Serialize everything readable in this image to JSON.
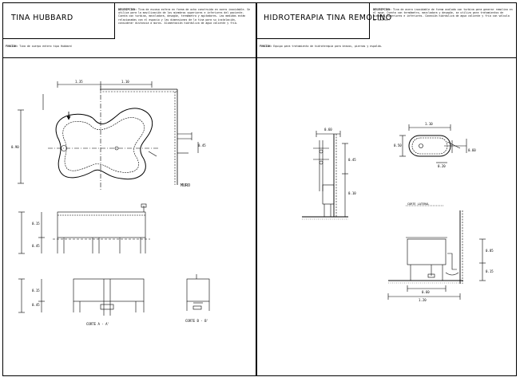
{
  "left_sheet": {
    "title": "TINA   HUBBARD",
    "description_label": "DESCRIPCION:",
    "description_text": "Tina de escasa esfera en forma de ocho construida en acero inoxidable. Se utiliza para la movilización de los miembros superiores e inferiores del paciente. Cuenta con turbina, mezcladora, desagüe, termómetro y agitadores.",
    "note_extra": "Las medidas están relacionadas con el espacio y las dimensiones de la tina para su instalación, considerar distancia a muros. Alimentación hidráulica de agua caliente y fría.",
    "function_label": "FUNCION:",
    "function_text": "Tina de cuerpo entero tipo Hubbard",
    "wall_label": "MURO",
    "dimensions": [
      "1.35",
      "1.10",
      "0.90",
      "0.45",
      "0.15",
      "0.45",
      "0.15",
      "0.45"
    ],
    "section_label": "CORTE  A - A'",
    "section_label2": "CORTE  B - B'"
  },
  "right_sheet": {
    "title": "HIDROTERAPIA  TINA  REMOLINO",
    "description_label": "DESCRIPCION:",
    "description_text": "Tina de acero inoxidable de forma ovalada con turbina para generar remolino en el agua. Cuenta con termómetro, mezcladora y desagüe, se utiliza para tratamientos de miembros superiores e inferiores. Conexión hidráulica de agua caliente y fría con válvula de control.",
    "function_label": "FUNCION:",
    "function_text": "Equipo para tratamiento de hidroterapia para brazos, piernas y espalda.",
    "dimensions": [
      "0.60",
      "0.45",
      "0.10",
      "1.10",
      "0.50",
      "0.20",
      "0.60",
      "0.85",
      "0.15",
      "0.60",
      "1.20"
    ],
    "section_label": "CORTE LATERAL"
  },
  "colors": {
    "line": "#000000",
    "dim": "#222222",
    "hatch": "#555555"
  }
}
